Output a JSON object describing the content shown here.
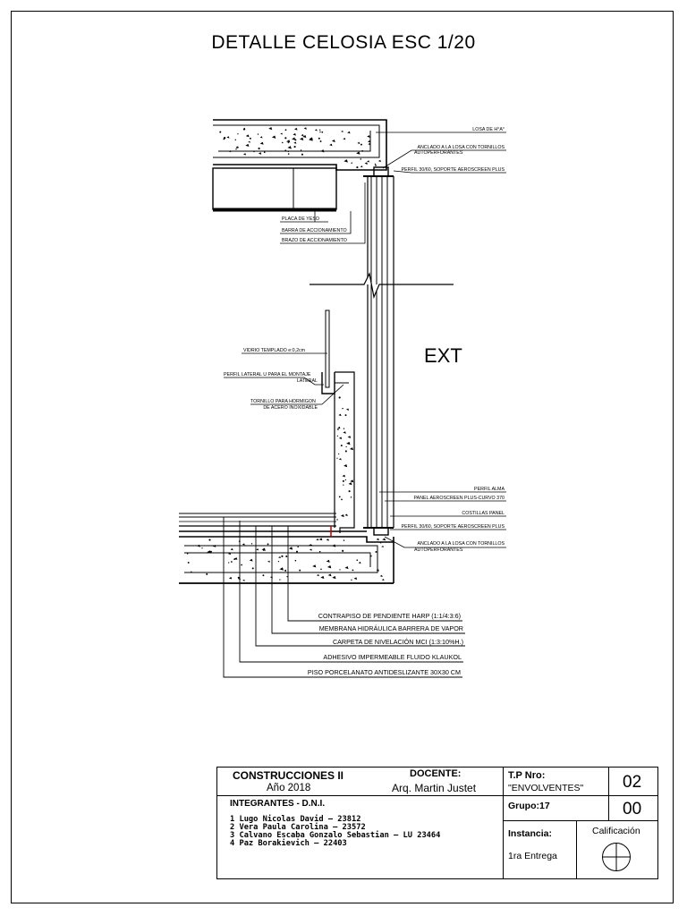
{
  "drawing": {
    "title": "DETALLE CELOSIA ESC 1/20",
    "ext_label": "EXT",
    "labels_top": {
      "losa": "LOSA DE H°A°",
      "anclado_1": "ANCLADO A LA LOSA CON TORNILLOS",
      "anclado_2": "AUTOPERFORANTES",
      "perfil_soporte": "PERFIL 30/60, SOPORTE AEROSCREEN PLUS",
      "placa": "PLACA DE YESO",
      "barra": "BARRA DE ACCIONAMIENTO",
      "brazo": "BRAZO DE ACCIONAMIENTO"
    },
    "labels_left": {
      "vidrio": "VIDRIO TEMPLADO e:0,2cm",
      "perfil_u_1": "PERFIL LATERAL U PARA EL MONTAJE",
      "perfil_u_2": "LATERAL",
      "tornillo_1": "TORNILLO PARA HORMIGON",
      "tornillo_2": "DE ACERO INOXIDABLE"
    },
    "labels_bottom_right": {
      "perfil_alma": "PERFIL ALMA",
      "panel": "PANEL AEROSCREEN PLUS-CURVO 370",
      "costillas": "COSTILLAS PANEL",
      "perfil_soporte": "PERFIL 30/60, SOPORTE AEROSCREEN PLUS",
      "anclado_1": "ANCLADO A LA LOSA CON TORNILLOS",
      "anclado_2": "AUTOPERFORANTES"
    },
    "floor_layers": [
      "CONTRAPISO DE PENDIENTE  HARP (1:1/4:3:6)",
      "MEMBRANA HIDRÁULICA BARRERA DE VAPOR",
      "CARPETA DE NIVELACIÓN MCI (1:3:10%H.)",
      "ADHESIVO IMPERMEABLE FLUIDO KLAUKOL",
      "PISO PORCELANATO ANTIDESLIZANTE  30X30 CM"
    ]
  },
  "title_block": {
    "course": "CONSTRUCCIONES II",
    "year": "Año 2018",
    "docente_label": "DOCENTE:",
    "docente_name": "Arq. Martin Justet",
    "tp_label": "T.P Nro:",
    "tp_value": "\"ENVOLVENTES\"",
    "tp_number": "02",
    "integrantes_label": "INTEGRANTES - D.N.I.",
    "integrantes": [
      "1  Lugo Nicolas David  —  23812",
      "2  Vera Paula Carolina  —  23572",
      "3  Calvano Escaba Gonzalo Sebastian  —  LU 23464",
      "4  Paz Borakievich  —  22403"
    ],
    "grupo": "Grupo:17",
    "sheet_number": "00",
    "instancia_label": "Instancia:",
    "instancia_value": "1ra Entrega",
    "calificacion_label": "Calificación"
  }
}
